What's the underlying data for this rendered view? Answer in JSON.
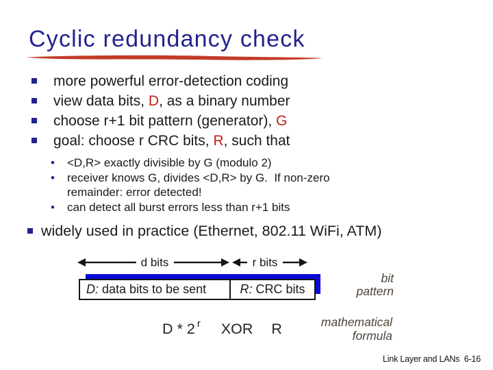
{
  "slide": {
    "title": "Cyclic redundancy check",
    "footer": "Link Layer and LANs  6-16"
  },
  "bullets": [
    {
      "text": "more powerful error-detection coding"
    },
    {
      "pre": "view data bits, ",
      "hl": "D",
      "post": ", as a binary number"
    },
    {
      "pre": "choose r+1 bit pattern (generator), ",
      "hl": "G",
      "post": ""
    },
    {
      "pre": "goal: choose r CRC bits, ",
      "hl": "R",
      "post": ", such that"
    }
  ],
  "sub_bullets": [
    {
      "text": "<D,R> exactly divisible by G (modulo 2)"
    },
    {
      "text": "receiver knows G, divides <D,R> by G.  If non-zero remainder: error detected!"
    },
    {
      "text": "can detect all burst errors less than r+1 bits"
    }
  ],
  "closing_bullet": {
    "text": "widely used in practice (Ethernet, 802.11 WiFi, ATM)"
  },
  "diagram": {
    "d_bits_label": "d bits",
    "r_bits_label": "r bits",
    "data_box": {
      "prefix": "D:",
      "text": " data bits to be sent"
    },
    "crc_box": {
      "prefix": "R:",
      "text": " CRC bits"
    },
    "bit_pattern_line1": "bit",
    "bit_pattern_line2": "pattern",
    "formula": {
      "base": "D * 2",
      "exp": "r",
      "op": "XOR",
      "operand": "R"
    },
    "math_label_line1": "mathematical",
    "math_label_line2": "formula"
  },
  "colors": {
    "title_navy": "#22238e",
    "underline_red": "#c23b28",
    "highlight_red": "#c22017",
    "bullet_navy": "#22238e",
    "bar_blue": "#0a0ad6",
    "annotation_brown": "#4e4237",
    "body_text": "#1a1a1a"
  }
}
